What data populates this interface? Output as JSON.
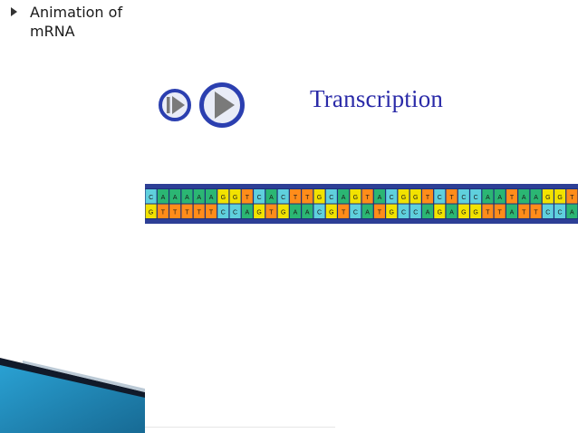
{
  "slide": {
    "bullet_text": "Animation of mRNA",
    "title": "Transcription"
  },
  "controls": {
    "step_icon": "step-forward-icon",
    "play_icon": "play-icon",
    "ring_color": "#2b3fb0",
    "fill_color": "#e9ecf7",
    "arrow_color": "#7a7a7a"
  },
  "dna": {
    "backbone_color": "#2d3f96",
    "base_colors": {
      "A": "#2bb673",
      "T": "#ff8c1a",
      "G": "#f2e200",
      "C": "#5fd0dd"
    },
    "top_strand": [
      "C",
      "A",
      "A",
      "A",
      "A",
      "A",
      "G",
      "G",
      "T",
      "C",
      "A",
      "C",
      "T",
      "T",
      "G",
      "C",
      "A",
      "G",
      "T",
      "A",
      "C",
      "G",
      "G",
      "T",
      "C",
      "T",
      "C",
      "C",
      "A",
      "A",
      "T",
      "A",
      "A",
      "G",
      "G",
      "T"
    ],
    "bottom_strand": [
      "G",
      "T",
      "T",
      "T",
      "T",
      "T",
      "C",
      "C",
      "A",
      "G",
      "T",
      "G",
      "A",
      "A",
      "C",
      "G",
      "T",
      "C",
      "A",
      "T",
      "G",
      "C",
      "C",
      "A",
      "G",
      "A",
      "G",
      "G",
      "T",
      "T",
      "A",
      "T",
      "T",
      "C",
      "C",
      "A"
    ]
  }
}
